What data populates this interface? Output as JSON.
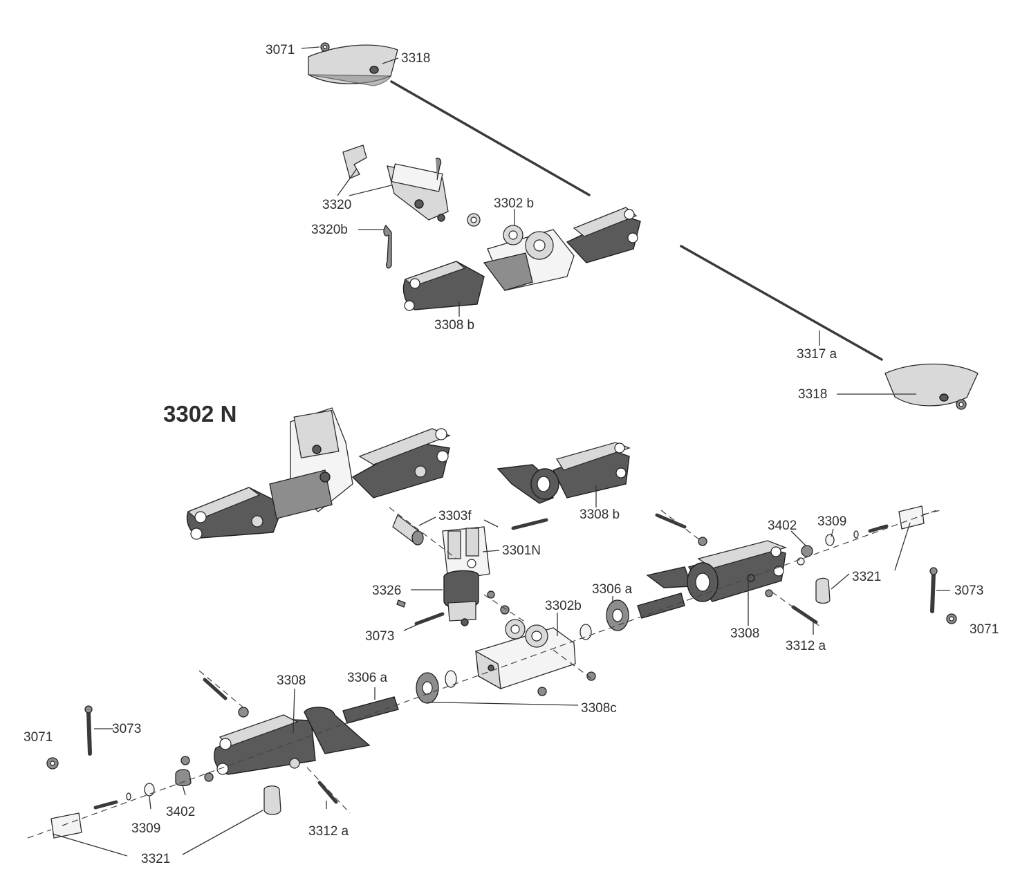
{
  "assembly_number": "3302 N",
  "labels": {
    "n3071_top": "3071",
    "n3318_top": "3318",
    "n3320": "3320",
    "n3320b": "3320b",
    "n3302b_top": "3302 b",
    "n3308b_top": "3308 b",
    "n3317a": "3317 a",
    "n3318_right": "3318",
    "n3303f": "3303f",
    "n3301N": "3301N",
    "n3308b_mid": "3308 b",
    "n3326": "3326",
    "n3073_mid": "3073",
    "n3302b_mid": "3302b",
    "n3306a_right": "3306 a",
    "n3402_right": "3402",
    "n3309_right": "3309",
    "n3321_right": "3321",
    "n3073_right": "3073",
    "n3071_right": "3071",
    "n3308_right": "3308",
    "n3312a_right": "3312 a",
    "n3308_left": "3308",
    "n3306a_left": "3306 a",
    "n3308c": "3308c",
    "n3071_left": "3071",
    "n3073_left": "3073",
    "n3402_left": "3402",
    "n3309_left": "3309",
    "n3312a_left": "3312 a",
    "n3321_left": "3321"
  },
  "colors": {
    "paper": "#ffffff",
    "ink": "#2e2e2e",
    "part_dark": "#5a5a5a",
    "part_mid": "#8d8d8d",
    "part_light": "#d9d9d9"
  }
}
